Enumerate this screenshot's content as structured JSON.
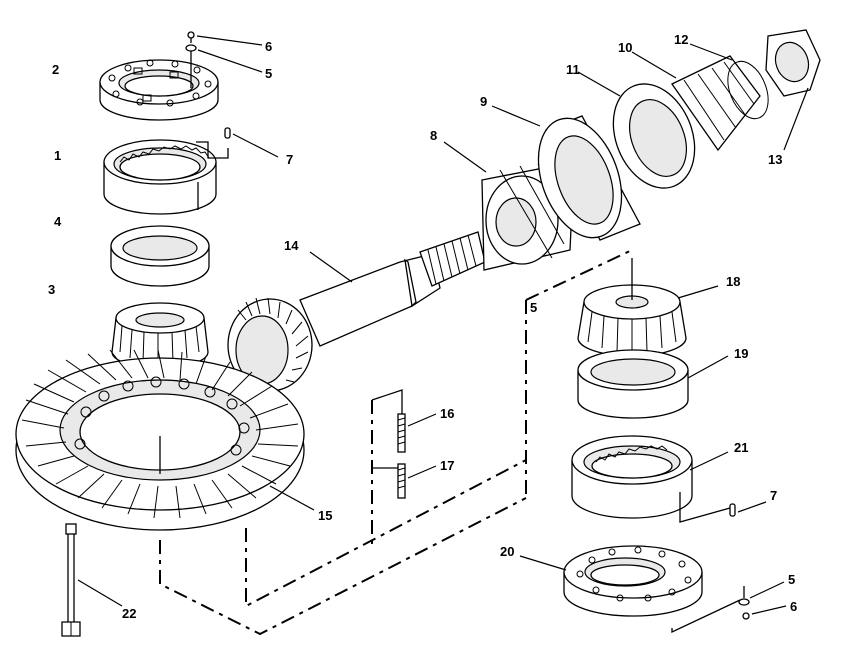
{
  "callouts": [
    {
      "id": "c1",
      "text": "1"
    },
    {
      "id": "c2",
      "text": "2"
    },
    {
      "id": "c3",
      "text": "3"
    },
    {
      "id": "c4",
      "text": "4"
    },
    {
      "id": "c5a",
      "text": "5"
    },
    {
      "id": "c5b",
      "text": "5"
    },
    {
      "id": "c5c",
      "text": "5"
    },
    {
      "id": "c6a",
      "text": "6"
    },
    {
      "id": "c6b",
      "text": "6"
    },
    {
      "id": "c7a",
      "text": "7"
    },
    {
      "id": "c7b",
      "text": "7"
    },
    {
      "id": "c8",
      "text": "8"
    },
    {
      "id": "c9",
      "text": "9"
    },
    {
      "id": "c10",
      "text": "10"
    },
    {
      "id": "c11",
      "text": "11"
    },
    {
      "id": "c12",
      "text": "12"
    },
    {
      "id": "c13",
      "text": "13"
    },
    {
      "id": "c14",
      "text": "14"
    },
    {
      "id": "c15",
      "text": "15"
    },
    {
      "id": "c16",
      "text": "16"
    },
    {
      "id": "c17",
      "text": "17"
    },
    {
      "id": "c18",
      "text": "18"
    },
    {
      "id": "c19",
      "text": "19"
    },
    {
      "id": "c20",
      "text": "20"
    },
    {
      "id": "c21",
      "text": "21"
    },
    {
      "id": "c22",
      "text": "22"
    }
  ]
}
